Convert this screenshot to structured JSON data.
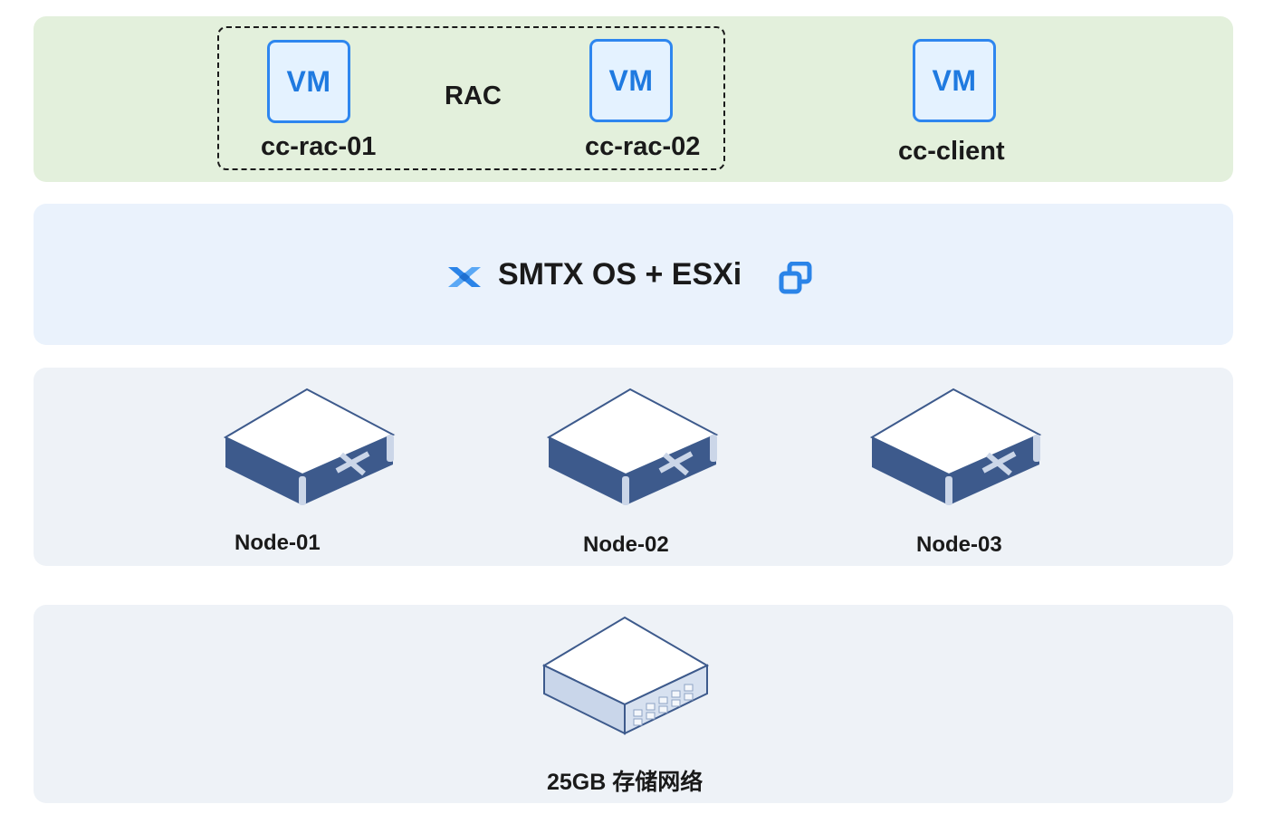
{
  "vm_layer": {
    "group_label": "RAC",
    "vms": [
      {
        "badge": "VM",
        "name": "cc-rac-01"
      },
      {
        "badge": "VM",
        "name": "cc-rac-02"
      },
      {
        "badge": "VM",
        "name": "cc-client"
      }
    ]
  },
  "platform_layer": {
    "title": "SMTX OS + ESXi",
    "icons": [
      "smartx-logo-icon",
      "vmware-logo-icon"
    ]
  },
  "node_layer": {
    "nodes": [
      {
        "name": "Node-01",
        "icon": "server-icon"
      },
      {
        "name": "Node-02",
        "icon": "server-icon"
      },
      {
        "name": "Node-03",
        "icon": "server-icon"
      }
    ]
  },
  "network_layer": {
    "label": "25GB 存储网络",
    "icon": "network-switch-icon"
  },
  "colors": {
    "vm_band": "#e3f0dc",
    "platform_band": "#eaf2fc",
    "infra_band": "#eef2f7",
    "vm_accent": "#2e86ef",
    "server_dark": "#3d5a8c",
    "switch_light": "#c9d6ea"
  }
}
